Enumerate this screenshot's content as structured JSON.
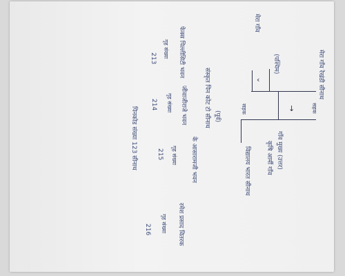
{
  "document": {
    "title": "मेरा गाँव रेखंडी सीनाथ",
    "left_village": "मेरा गाँव",
    "direction_label": "(पश्चिम)",
    "north_direction": "गाँव मुख्य (उत्तर)",
    "road_label": "सहक",
    "junction_label": "सड़क",
    "left_turn": "कृषि आर्मी गाँव",
    "school_road": "विद्यालय भारत सीनाथ",
    "school_side": "संस्कृत पिन कोट टो सीनाथ",
    "branch_label": "(पूर्व)",
    "houses": [
      {
        "name": "फेक्स पिल्लीसिटी भवन",
        "sub": "गृह संख्या",
        "no": "213"
      },
      {
        "name": "जीवाजीराजे भवन",
        "sub": "गृह संख्या",
        "no": "214"
      },
      {
        "name": "के आसारामजी भवन",
        "sub": "गृह संख्या",
        "no": "215"
      },
      {
        "name": "रमेश प्रसाद वितरक",
        "sub": "गृह संख्या",
        "no": "216"
      }
    ],
    "footer": "पिनकोड संख्या 123 सीनाथ"
  }
}
